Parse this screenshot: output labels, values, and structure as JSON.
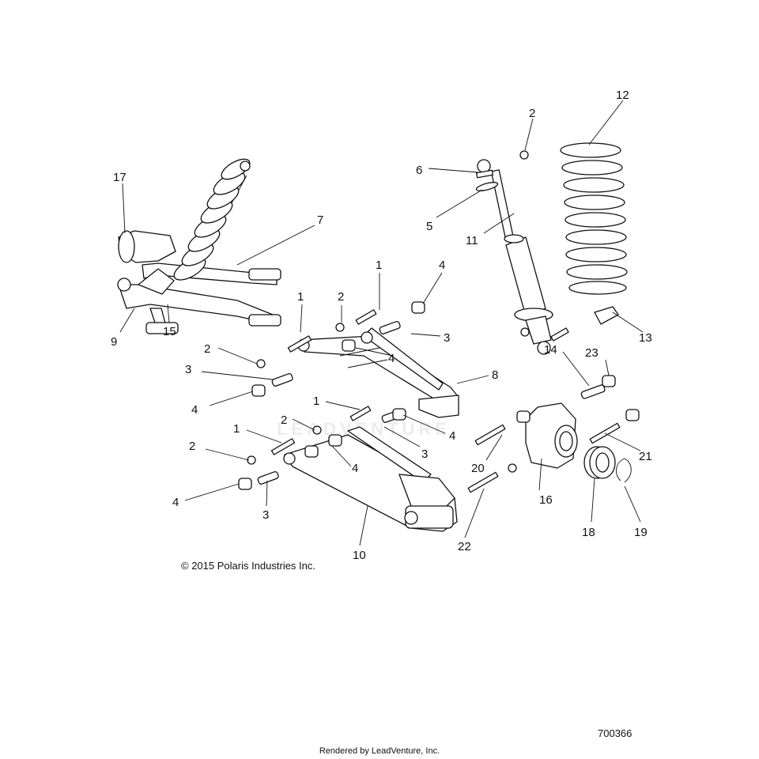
{
  "copyright": "© 2015 Polaris Industries Inc.",
  "drawing_number": "700366",
  "rendered_by": "Rendered by LeadVenture, Inc.",
  "watermark": "LEADVENTURE",
  "callouts": {
    "c1a": "1",
    "c1b": "1",
    "c1c": "1",
    "c1d": "1",
    "c2a": "2",
    "c2b": "2",
    "c2c": "2",
    "c2d": "2",
    "c2e": "2",
    "c3a": "3",
    "c3b": "3",
    "c3c": "3",
    "c3d": "3",
    "c4a": "4",
    "c4b": "4",
    "c4c": "4",
    "c4d": "4",
    "c4e": "4",
    "c4f": "4",
    "c5": "5",
    "c6": "6",
    "c7": "7",
    "c8": "8",
    "c9": "9",
    "c10": "10",
    "c11": "11",
    "c12": "12",
    "c13": "13",
    "c14": "14",
    "c15": "15",
    "c16": "16",
    "c17": "17",
    "c18": "18",
    "c19": "19",
    "c20": "20",
    "c21": "21",
    "c22": "22",
    "c23": "23"
  }
}
